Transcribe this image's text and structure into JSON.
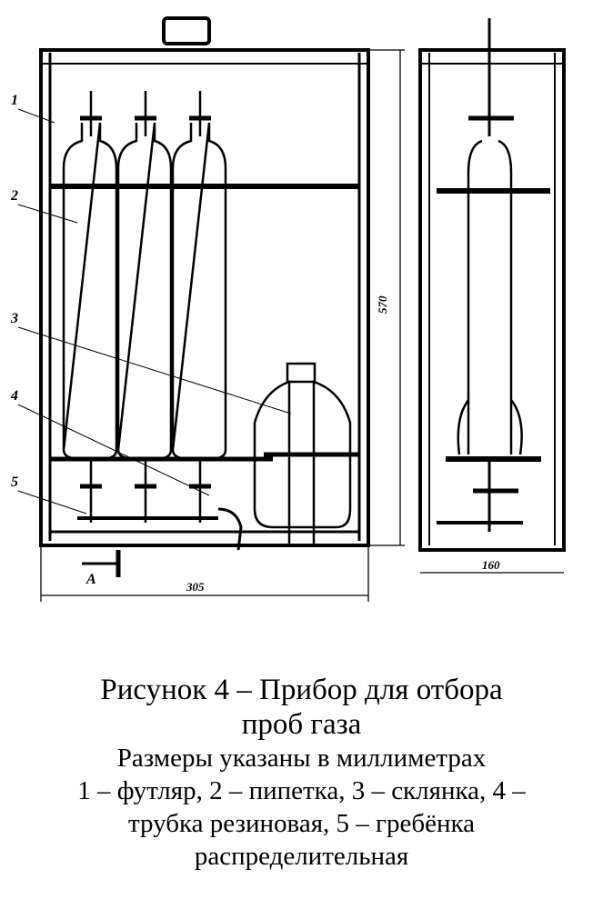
{
  "figure": {
    "callouts": [
      "1",
      "2",
      "3",
      "4",
      "5"
    ],
    "dimensions": {
      "height": "570",
      "width": "305",
      "depth": "160"
    },
    "view_label": "А"
  },
  "caption": {
    "title_line1": "Рисунок 4 – Прибор для отбора",
    "title_line2": "проб газа",
    "units_note": "Размеры указаны в миллиметрах",
    "legend_line1": "1 – футляр, 2 – пипетка, 3 – склянка, 4 –",
    "legend_line2": "трубка резиновая, 5 – гребёнка",
    "legend_line3": "распределительная"
  }
}
